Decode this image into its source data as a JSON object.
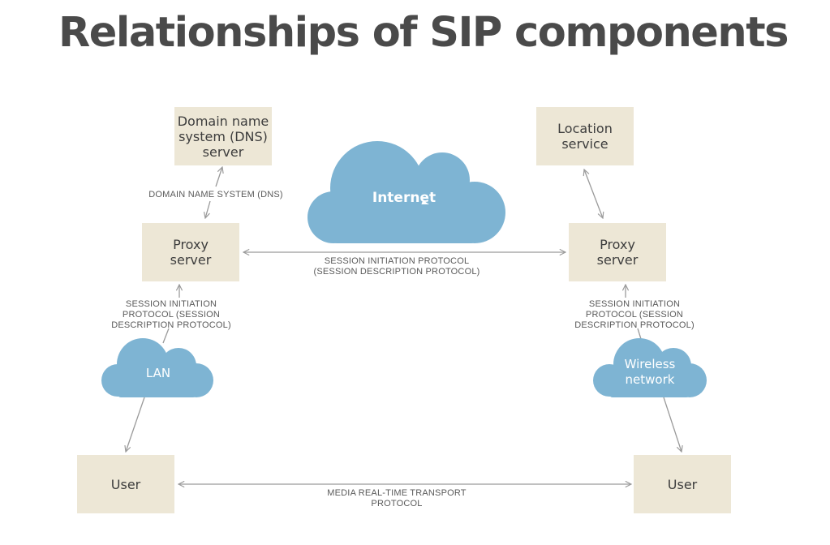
{
  "title": "Relationships of SIP components",
  "nodes": {
    "dns_server": "Domain name\nsystem (DNS)\nserver",
    "location_service": "Location\nservice",
    "proxy_left": "Proxy\nserver",
    "proxy_right": "Proxy\nserver",
    "user_left": "User",
    "user_right": "User"
  },
  "clouds": {
    "internet": "Internet",
    "lan": "LAN",
    "wireless": "Wireless\nnetwork"
  },
  "connections": {
    "dns": "DOMAIN NAME SYSTEM (DNS)",
    "sip_center": "SESSION INITIATION PROTOCOL\n(SESSION DESCRIPTION PROTOCOL)",
    "sip_left": "SESSION INITIATION\nPROTOCOL (SESSION\nDESCRIPTION PROTOCOL)",
    "sip_right": "SESSION INITIATION\nPROTOCOL (SESSION\nDESCRIPTION PROTOCOL)",
    "media": "MEDIA REAL-TIME TRANSPORT\nPROTOCOL"
  },
  "colors": {
    "box_fill": "#ede7d6",
    "cloud_fill": "#7eb4d3",
    "arrow": "#9a9a9a",
    "title": "#4a4a4a"
  }
}
